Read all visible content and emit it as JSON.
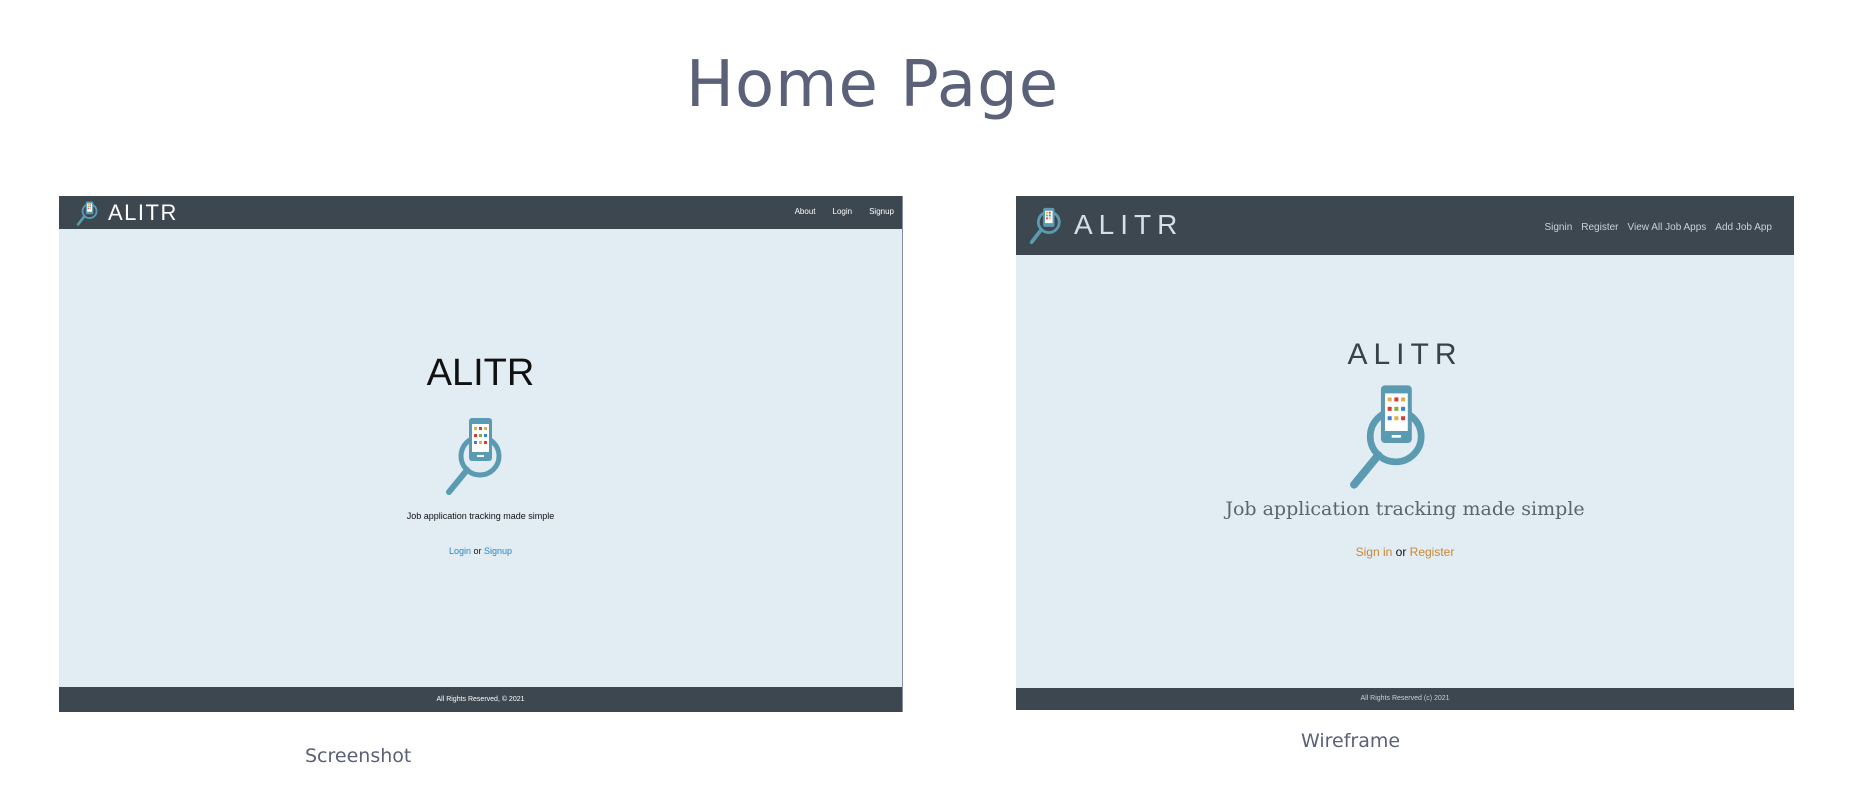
{
  "page": {
    "title": "Home Page"
  },
  "screenshot_panel": {
    "caption": "Screenshot",
    "brand": "ALITR",
    "nav": [
      "About",
      "Login",
      "Signup"
    ],
    "hero_title": "ALITR",
    "tagline": "Job application tracking made simple",
    "cta": {
      "login": "Login",
      "or": " or ",
      "signup": "Signup"
    },
    "footer": "All Rights Reserved, © 2021",
    "colors": {
      "navbar": "#3c474f",
      "background": "#e2ecf3",
      "link": "#2a86c2"
    }
  },
  "wireframe_panel": {
    "caption": "Wireframe",
    "brand": "ALITR",
    "nav": [
      "Signin",
      "Register",
      "View All Job Apps",
      "Add Job App"
    ],
    "hero_title": "ALITR",
    "tagline": "Job application tracking made simple",
    "cta": {
      "signin": "Sign in",
      "or": " or ",
      "register": "Register"
    },
    "footer": "All Rights Reserved (c) 2021",
    "colors": {
      "navbar": "#3c474f",
      "background": "#e2ecf3",
      "link": "#c88a2f"
    }
  },
  "icons": {
    "logo": "magnifier-phone-icon"
  }
}
